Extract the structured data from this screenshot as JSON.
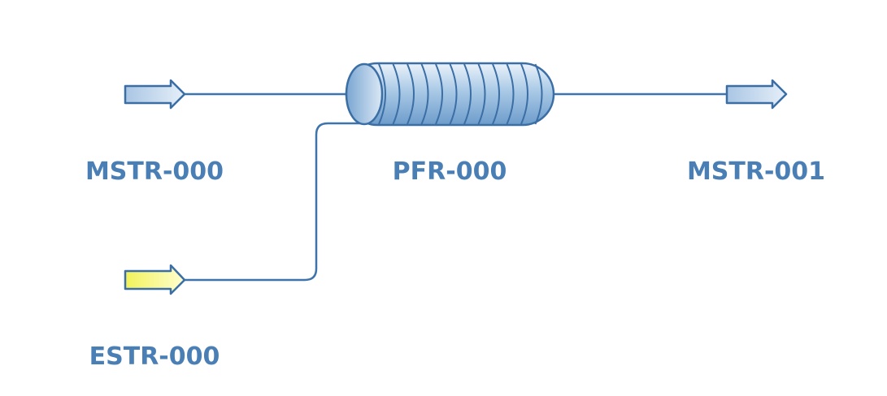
{
  "diagram": {
    "type": "process-flowsheet",
    "nodes": [
      {
        "id": "MSTR-000",
        "label": "MSTR-000",
        "kind": "material-stream",
        "color": "#c9dbed"
      },
      {
        "id": "PFR-000",
        "label": "PFR-000",
        "kind": "plug-flow-reactor",
        "color": "#9fc3e3"
      },
      {
        "id": "MSTR-001",
        "label": "MSTR-001",
        "kind": "material-stream",
        "color": "#c9dbed"
      },
      {
        "id": "ESTR-000",
        "label": "ESTR-000",
        "kind": "energy-stream",
        "color": "#ffff66"
      }
    ],
    "edges": [
      {
        "from": "MSTR-000",
        "to": "PFR-000"
      },
      {
        "from": "PFR-000",
        "to": "MSTR-001"
      },
      {
        "from": "ESTR-000",
        "to": "PFR-000"
      }
    ],
    "colors": {
      "label": "#4a7fb5",
      "line": "#3f73ab",
      "outline": "#3a6ea5"
    }
  }
}
